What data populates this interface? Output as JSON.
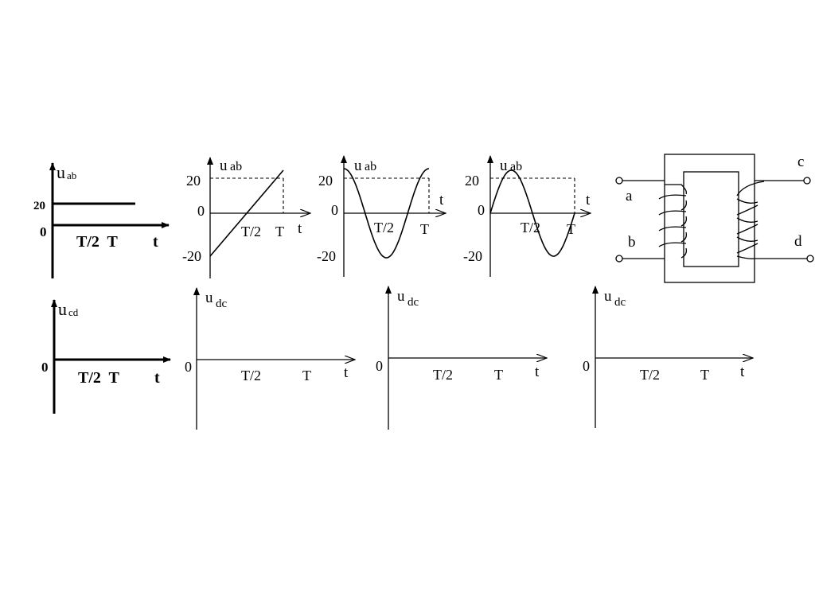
{
  "graph_a": {
    "y_var": "u",
    "y_sub": "ab",
    "y_tick": "20",
    "origin": "0",
    "x_ticks": "T/2  T",
    "x_var": "t"
  },
  "graph_b": {
    "y_var": "u",
    "y_sub": "cd",
    "origin": "0",
    "x_ticks": "T/2  T",
    "x_var": "t"
  },
  "top_plots": [
    {
      "type": "line",
      "y_var": "u",
      "y_sub": "ab",
      "y_max": "20",
      "y_min": "-20",
      "origin": "0",
      "x_half": "T/2",
      "x_full": "T",
      "x_var": "t",
      "x": [
        0,
        1
      ],
      "y": [
        -20,
        20
      ],
      "ylim": [
        -20,
        20
      ]
    },
    {
      "type": "line",
      "y_var": "u",
      "y_sub": "ab",
      "y_max": "20",
      "y_min": "-20",
      "origin": "0",
      "x_half": "T/2",
      "x_full": "T",
      "x_var": "t",
      "function": "20cos(2πt/T)",
      "ylim": [
        -20,
        20
      ]
    },
    {
      "type": "line",
      "y_var": "u",
      "y_sub": "ab",
      "y_max": "20",
      "y_min": "-20",
      "origin": "0",
      "x_half": "T/2",
      "x_full": "T",
      "x_var": "t",
      "function": "20sin(2πt/T)",
      "ylim": [
        -20,
        20
      ]
    }
  ],
  "bottom_plots": [
    {
      "y_var": "u",
      "y_sub": "dc",
      "origin": "0",
      "x_half": "T/2",
      "x_full": "T",
      "x_var": "t"
    },
    {
      "y_var": "u",
      "y_sub": "dc",
      "origin": "0",
      "x_half": "T/2",
      "x_full": "T",
      "x_var": "t"
    },
    {
      "y_var": "u",
      "y_sub": "dc",
      "origin": "0",
      "x_half": "T/2",
      "x_full": "T",
      "x_var": "t"
    }
  ],
  "transformer": {
    "terminal_a": "a",
    "terminal_b": "b",
    "terminal_c": "c",
    "terminal_d": "d"
  }
}
